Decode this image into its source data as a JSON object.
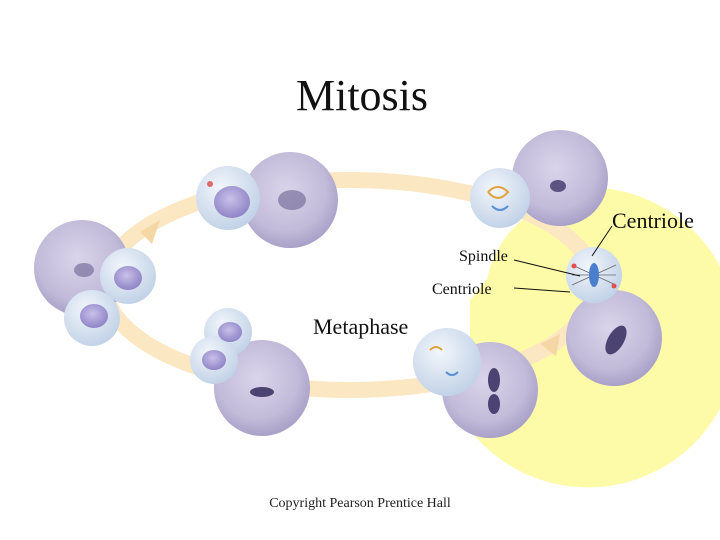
{
  "title": "Mitosis",
  "labels": {
    "centriole_top": "Centriole",
    "spindle": "Spindle",
    "centriole_mid": "Centriole",
    "metaphase": "Metaphase"
  },
  "copyright": "Copyright Pearson Prentice Hall",
  "colors": {
    "highlight": "#fdfaa8",
    "cycle_arrow": "#fbe7c2",
    "micrograph": "#c9c3dc",
    "cell": "#dbe6f3",
    "nucleus": "#a99ed6"
  }
}
